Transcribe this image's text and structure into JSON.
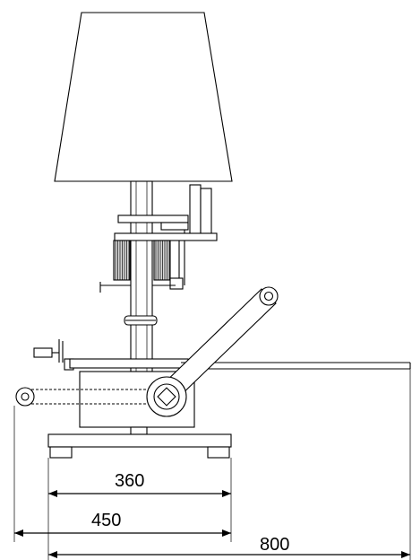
{
  "dimensions": {
    "d360": "360",
    "d450": "450",
    "d800": "800"
  },
  "colors": {
    "line": "#000000",
    "background": "#ffffff",
    "shade": "#d9d9d9"
  }
}
